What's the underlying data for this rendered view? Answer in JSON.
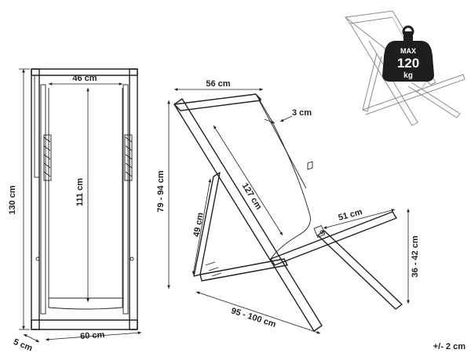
{
  "front_view": {
    "width_top": "46 cm",
    "height_total": "130 cm",
    "seat_length": "111 cm",
    "base_width": "60 cm",
    "base_depth": "5 cm"
  },
  "side_view": {
    "top_width": "56 cm",
    "bar_thickness": "3 cm",
    "height_range": "79 - 94 cm",
    "leg_length": "127 cm",
    "back_leg": "49 cm",
    "seat_depth": "51 cm",
    "seat_height": "36 - 42 cm",
    "footprint": "95 - 100 cm"
  },
  "weight_badge": {
    "max_label": "MAX",
    "value": "120",
    "unit": "kg"
  },
  "tolerance": "+/- 2 cm"
}
